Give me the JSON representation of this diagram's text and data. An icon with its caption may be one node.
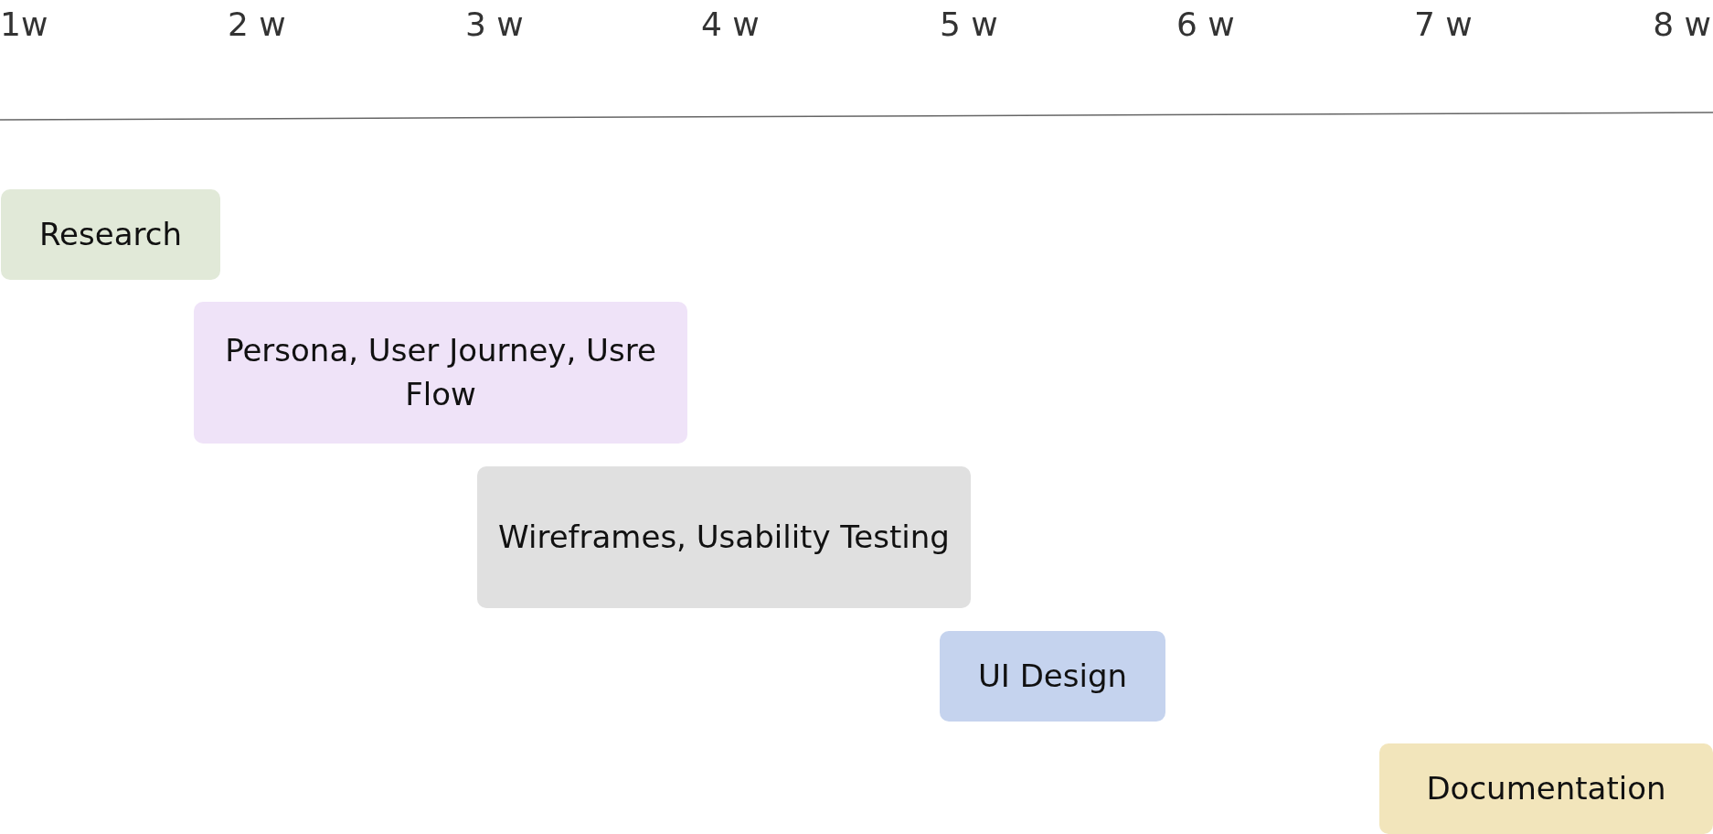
{
  "diagram": {
    "nodes": [
      {
        "text": [
          "Research"
        ]
      },
      {
        "text": [
          "Persona, User Journey, Usre Flow"
        ]
      },
      {
        "text": [
          "Wireframes, Usability Testing"
        ]
      },
      {
        "text": [
          "UI Design"
        ]
      },
      {
        "text": [
          "Documentation"
        ]
      }
    ],
    "labels": [
      "1w",
      "2 w",
      "3 w",
      "4 w",
      "5 w",
      "6 w",
      "7 w",
      "8 w"
    ]
  }
}
